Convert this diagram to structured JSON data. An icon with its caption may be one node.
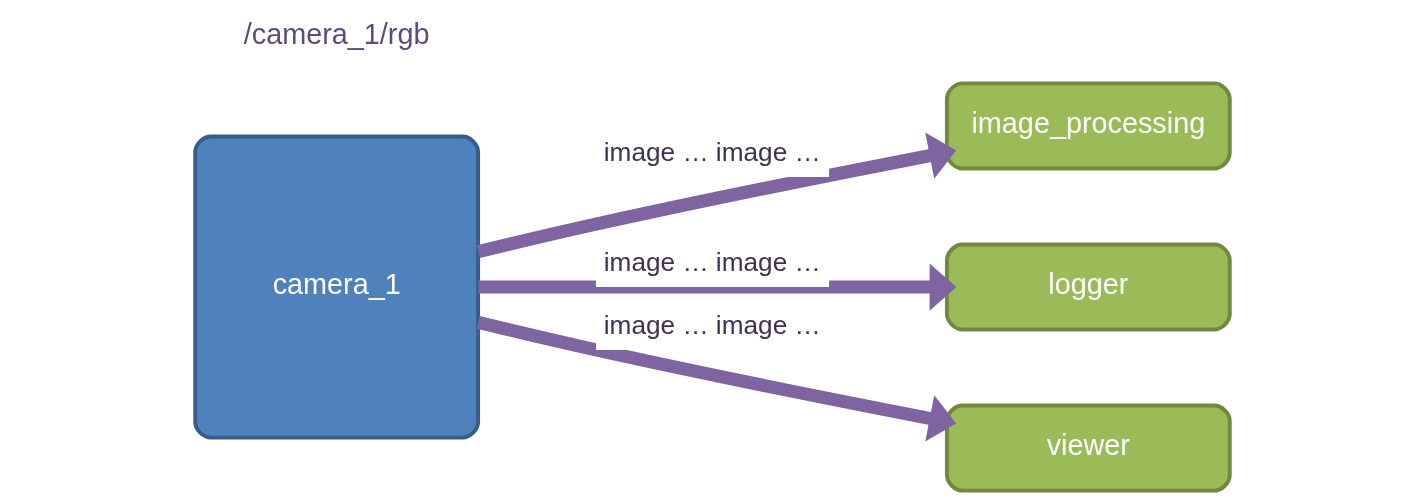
{
  "diagram": {
    "nodes": [
      {
        "text": [
          "camera_1"
        ]
      },
      {
        "text": [
          "image_processing"
        ]
      },
      {
        "text": [
          "logger"
        ]
      },
      {
        "text": [
          "viewer"
        ]
      }
    ],
    "edges": [
      {
        "from": 0,
        "to": 1,
        "arrow": "to",
        "label": "image … image …"
      },
      {
        "from": 0,
        "to": 2,
        "arrow": "to",
        "label": "image … image …"
      },
      {
        "from": 0,
        "to": 3,
        "arrow": "to",
        "label": "image … image …"
      }
    ],
    "labels": [
      "/camera_1/rgb"
    ]
  }
}
